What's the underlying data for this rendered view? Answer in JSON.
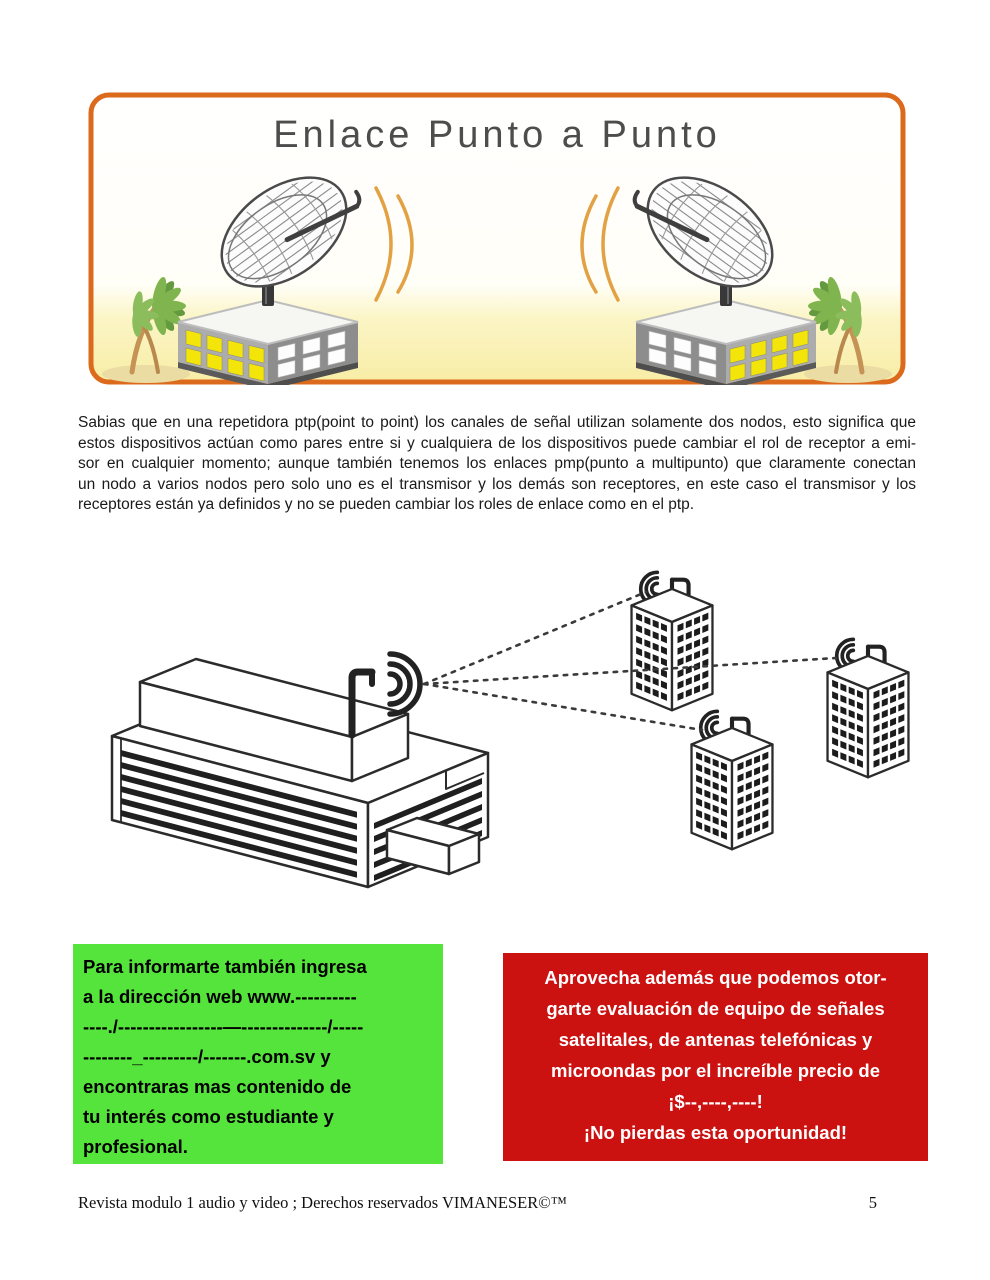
{
  "banner": {
    "title": "Enlace Punto a Punto",
    "border_color": "#DC6A1D",
    "ground_color": "#F8EDA6",
    "wave_color": "#E2A143"
  },
  "paragraph": {
    "lines": [
      "Sabias que en una repetidora ptp(point to point) los canales de señal utilizan solamente dos nodos, esto significa que",
      "estos dispositivos actúan como pares entre si y cualquiera de los dispositivos puede cambiar el rol de receptor a emi-",
      "sor en cualquier momento; aunque también tenemos los enlaces pmp(punto a multipunto) que claramente conectan",
      "un nodo a varios nodos pero solo uno es el transmisor y los demás son receptores, en este caso el transmisor y los",
      "receptores están ya definidos y no se pueden cambiar los roles de enlace como en el ptp."
    ]
  },
  "green_box": {
    "bg_color": "#55E43C",
    "text_color": "#000000",
    "lines": [
      "Para informarte también ingresa",
      "a la dirección web www.----------",
      "----./-----------------—--------------/-----",
      "--------_---------/-------.com.sv y",
      "encontraras mas contenido de",
      "tu interés como estudiante y",
      "profesional."
    ]
  },
  "red_box": {
    "bg_color": "#CC1111",
    "text_color": "#FFFFFF",
    "lines": [
      "Aprovecha además que podemos otor-",
      "garte evaluación de equipo de señales",
      "satelitales, de antenas telefónicas y",
      "microondas por el increíble precio de",
      "¡$--,----,----!",
      "¡No pierdas esta oportunidad!"
    ]
  },
  "footer": {
    "left_text": "Revista modulo 1 audio y video ; Derechos reservados VIMANESER©™",
    "page_number": "5"
  }
}
